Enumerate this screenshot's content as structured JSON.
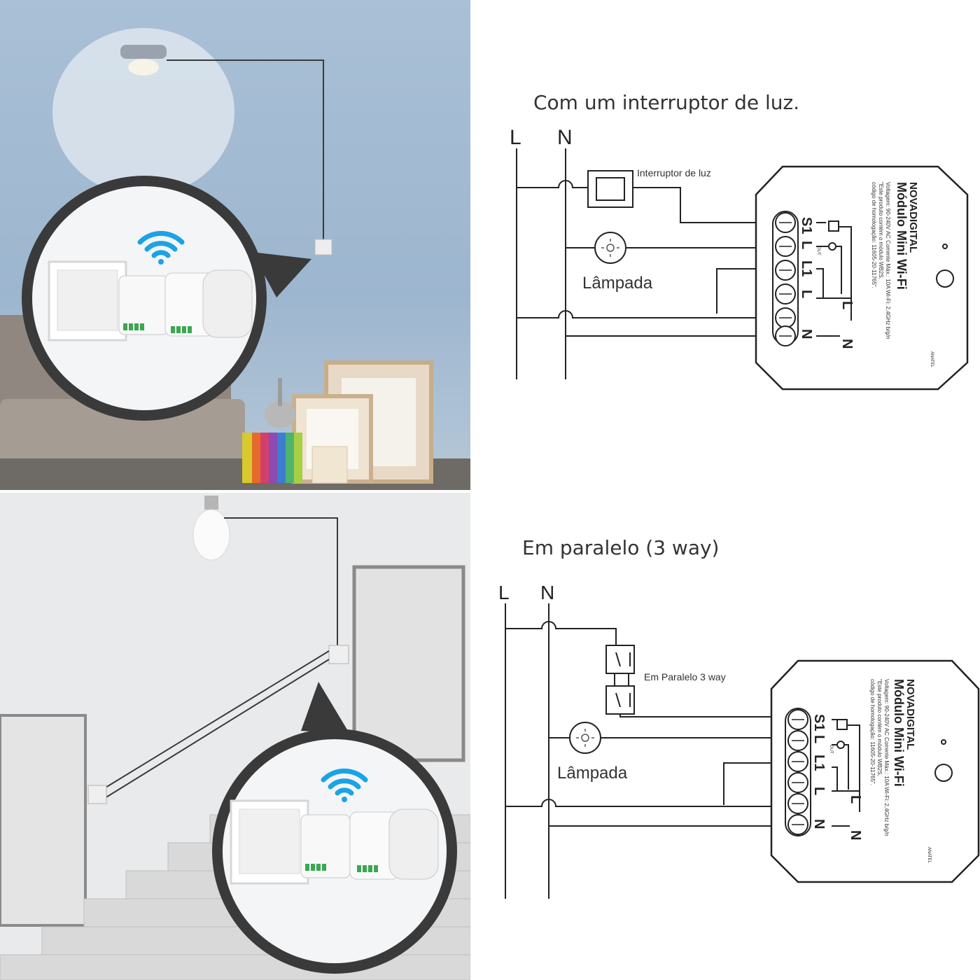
{
  "accent": "#1aa3e6",
  "top_diagram": {
    "title": "Com um interruptor de luz.",
    "line_label": "L",
    "neutral_label": "N",
    "switch_label": "Interruptor de luz",
    "lamp_label": "Lâmpada"
  },
  "bottom_diagram": {
    "title": "Em paralelo (3 way)",
    "line_label": "L",
    "neutral_label": "N",
    "switch_label": "Em Paralelo 3 way",
    "lamp_label": "Lâmpada"
  },
  "module": {
    "brand": "NOVADIGITAL",
    "name": "Módulo Mini Wi-Fi",
    "spec_line_1": "Voltagem: 90-240V AC Corrente Máx.: 10A Wi-Fi: 2,4GHz b/g/n",
    "spec_line_2": "\"Este produto contém o módulo WB2S,",
    "spec_line_3": "código de homologação: 11605-20-11765\".",
    "terminals": [
      "S1",
      "L",
      "L1",
      "L",
      "N"
    ],
    "out_label": "OUT",
    "internal_l": "L",
    "internal_n": "N",
    "cert_logo": "ANATEL"
  },
  "scenes": {
    "top": {
      "icon": "wifi-icon"
    },
    "bottom": {
      "icon": "wifi-icon"
    }
  }
}
